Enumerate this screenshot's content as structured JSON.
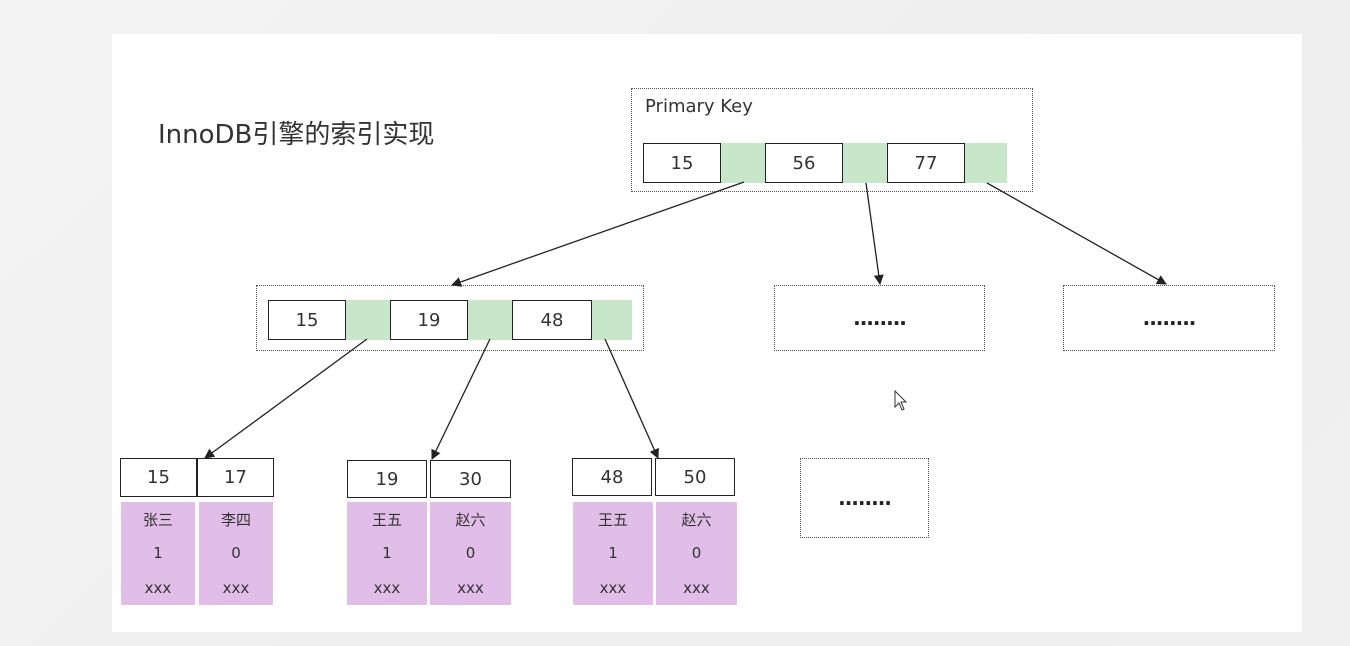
{
  "title": "InnoDB引擎的索引实现",
  "root": {
    "label": "Primary Key",
    "keys": [
      "15",
      "56",
      "77"
    ]
  },
  "level2": {
    "keys": [
      "15",
      "19",
      "48"
    ],
    "placeholders": [
      "........",
      "........"
    ]
  },
  "leaves": [
    {
      "keys": [
        "15",
        "17"
      ],
      "rows": [
        {
          "name": "张三",
          "flag": "1",
          "extra": "xxx"
        },
        {
          "name": "李四",
          "flag": "0",
          "extra": "xxx"
        }
      ]
    },
    {
      "keys": [
        "19",
        "30"
      ],
      "rows": [
        {
          "name": "王五",
          "flag": "1",
          "extra": "xxx"
        },
        {
          "name": "赵六",
          "flag": "0",
          "extra": "xxx"
        }
      ]
    },
    {
      "keys": [
        "48",
        "50"
      ],
      "rows": [
        {
          "name": "王五",
          "flag": "1",
          "extra": "xxx"
        },
        {
          "name": "赵六",
          "flag": "0",
          "extra": "xxx"
        }
      ]
    }
  ],
  "leaf_placeholder": "........",
  "colors": {
    "pointer": "#c8e6c9",
    "row": "#e1bee7"
  }
}
